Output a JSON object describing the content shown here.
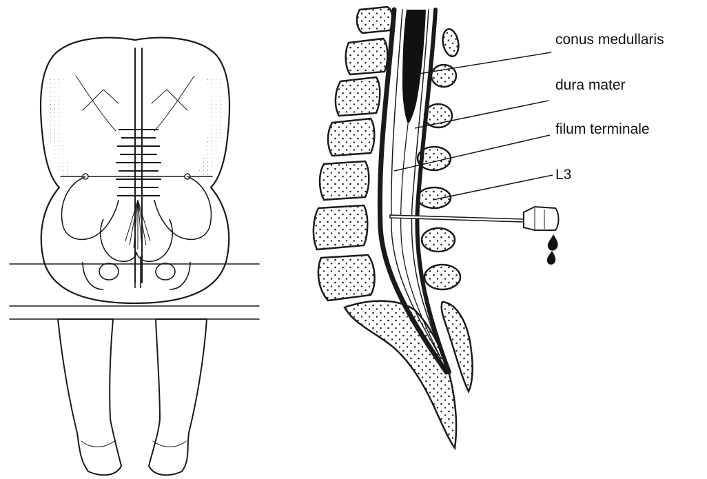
{
  "figure": {
    "labels": [
      {
        "id": "conus",
        "text": "conus medullaris"
      },
      {
        "id": "dura",
        "text": "dura mater"
      },
      {
        "id": "filum",
        "text": "filum terminale"
      },
      {
        "id": "l3",
        "text": "L3"
      }
    ],
    "colors": {
      "ink": "#1a1a1a",
      "background": "#ffffff",
      "bone_fill": "#ffffff",
      "cord_fill": "#111111"
    }
  }
}
